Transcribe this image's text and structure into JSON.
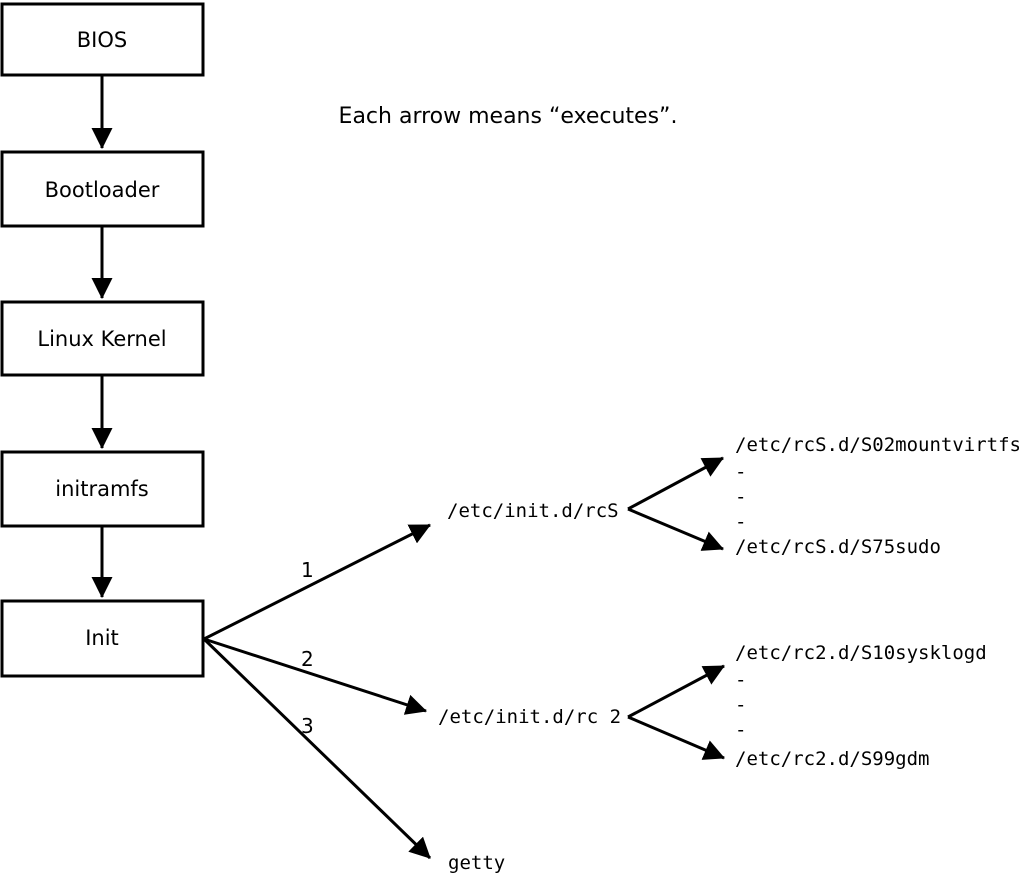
{
  "diagram": {
    "caption": "Each arrow means “executes”.",
    "boxes": [
      {
        "label": "BIOS"
      },
      {
        "label": "Bootloader"
      },
      {
        "label": "Linux Kernel"
      },
      {
        "label": "initramfs"
      },
      {
        "label": "Init"
      }
    ],
    "fan_labels": [
      "1",
      "2",
      "3"
    ],
    "targets": {
      "rcS": "/etc/init.d/rcS",
      "rc2": "/etc/init.d/rc 2",
      "getty": "getty"
    },
    "rcS_children": {
      "first": "/etc/rcS.d/S02mountvirtfs",
      "dots": [
        "-",
        "-",
        "-"
      ],
      "last": "/etc/rcS.d/S75sudo"
    },
    "rc2_children": {
      "first": "/etc/rc2.d/S10sysklogd",
      "dots": [
        "-",
        "-",
        "-"
      ],
      "last": "/etc/rc2.d/S99gdm"
    },
    "colors": {
      "line": "#000000",
      "background": "#ffffff"
    }
  }
}
